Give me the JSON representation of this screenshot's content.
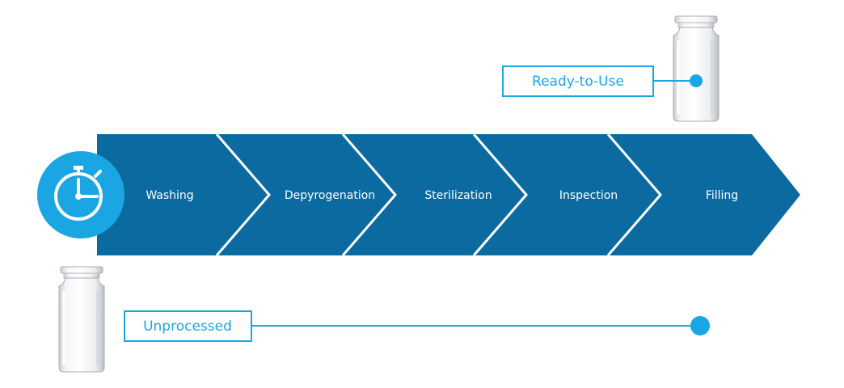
{
  "process": {
    "steps": [
      {
        "label": "Washing"
      },
      {
        "label": "Depyrogenation"
      },
      {
        "label": "Sterilization"
      },
      {
        "label": "Inspection"
      },
      {
        "label": "Filling"
      }
    ]
  },
  "ready_to_use": {
    "label": "Ready-to-Use"
  },
  "unprocessed": {
    "label": "Unprocessed"
  },
  "colors": {
    "arrow": "#0b6aa0",
    "accent": "#1aa6e2",
    "divider": "#ffffff"
  },
  "icons": {
    "timer": "stopwatch-icon",
    "vial": "glass-vial-icon"
  }
}
